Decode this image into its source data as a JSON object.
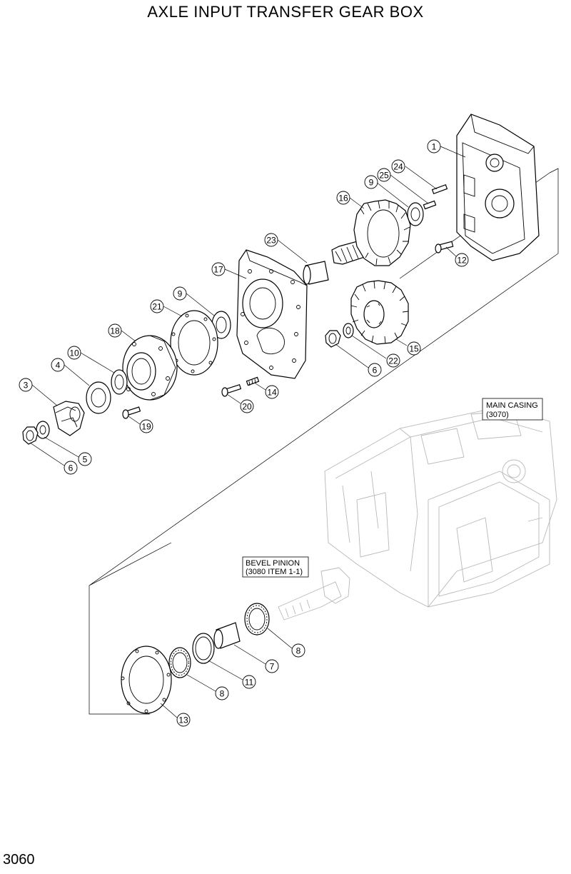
{
  "title": "AXLE INPUT TRANSFER GEAR BOX",
  "page_number": "3060",
  "references": [
    {
      "id": "main-casing",
      "line1": "MAIN CASING",
      "line2": "(3070)"
    },
    {
      "id": "bevel-pinion",
      "line1": "BEVEL PINION",
      "line2": "(3080 ITEM 1-1)"
    }
  ],
  "callouts": [
    "1",
    "24",
    "25",
    "9",
    "16",
    "12",
    "23",
    "17",
    "9",
    "21",
    "18",
    "10",
    "4",
    "3",
    "15",
    "22",
    "6",
    "14",
    "20",
    "19",
    "5",
    "6",
    "8",
    "7",
    "11",
    "8",
    "13"
  ]
}
